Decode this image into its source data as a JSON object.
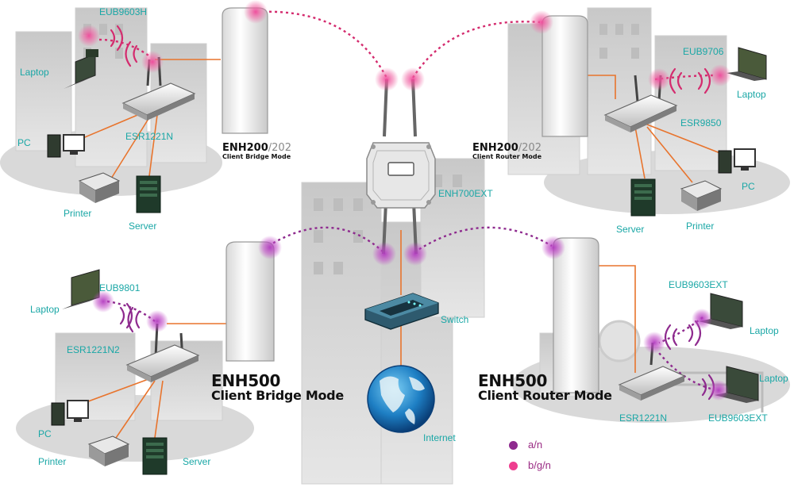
{
  "labels": {
    "eub9603h": "EUB9603H",
    "laptop_tl": "Laptop",
    "esr1221n_tl": "ESR1221N",
    "pc_tl": "PC",
    "printer_tl": "Printer",
    "server_tl": "Server",
    "eub9706": "EUB9706",
    "laptop_tr": "Laptop",
    "esr9850": "ESR9850",
    "pc_tr": "PC",
    "server_tr": "Server",
    "printer_tr": "Printer",
    "enh700ext": "ENH700EXT",
    "switch": "Switch",
    "internet": "Internet",
    "eub9801": "EUB9801",
    "laptop_bl": "Laptop",
    "esr1221n2": "ESR1221N2",
    "pc_bl": "PC",
    "printer_bl": "Printer",
    "server_bl": "Server",
    "eub9603ext_1": "EUB9603EXT",
    "laptop_br1": "Laptop",
    "laptop_br2": "Laptop",
    "esr1221n_br": "ESR1221N",
    "eub9603ext_2": "EUB9603EXT"
  },
  "modes": {
    "tl": {
      "model": "ENH200",
      "model_suffix": "/202",
      "mode": "Client Bridge Mode"
    },
    "tr": {
      "model": "ENH200",
      "model_suffix": "/202",
      "mode": "Client Router Mode"
    },
    "bl": {
      "model": "ENH500",
      "mode": "Client Bridge Mode"
    },
    "br": {
      "model": "ENH500",
      "mode": "Client Router Mode"
    }
  },
  "legend": [
    {
      "label": "a/n",
      "color": "#8e2a8e"
    },
    {
      "label": "b/g/n",
      "color": "#ee3d8f"
    }
  ],
  "colors": {
    "teal_label": "#1aa7a6",
    "cable": "#e8742d",
    "link_an": "#8e2a8e",
    "link_bgn": "#d42b6e",
    "glow_bgn": "#f06aa6",
    "glow_an": "#c04ac6"
  }
}
